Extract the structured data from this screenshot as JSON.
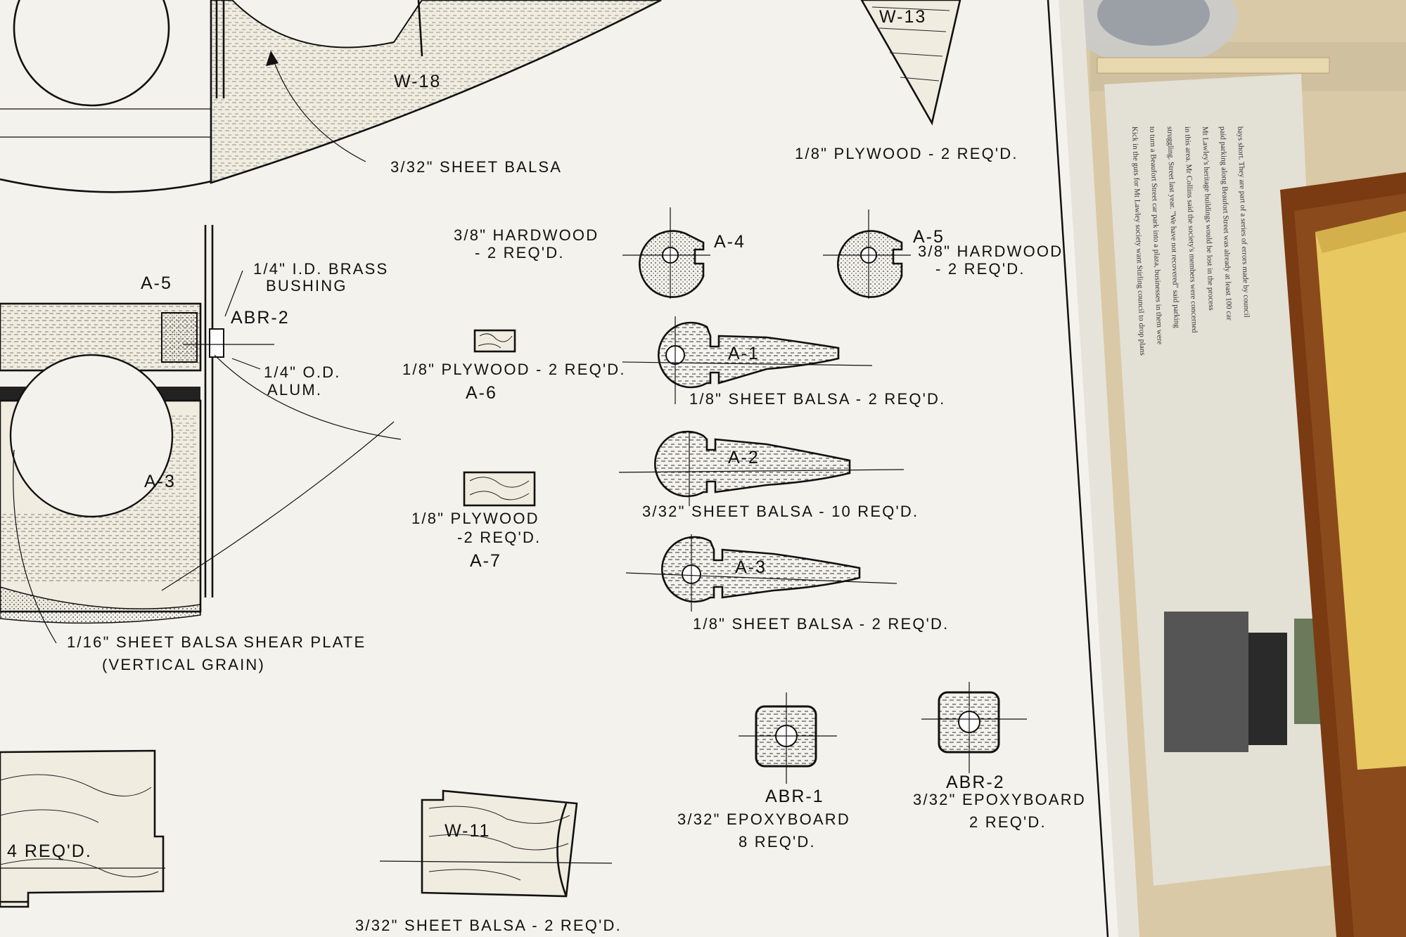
{
  "plan": {
    "top_labels": {
      "w18": "W-18",
      "w13": "W-13",
      "sheet_balsa_top": "3/32\" SHEET BALSA",
      "plywood_top": "1/8\" PLYWOOD - 2 REQ'D."
    },
    "hardwood_left": [
      "3/8\" HARDWOOD",
      "- 2 REQ'D."
    ],
    "hardwood_right": [
      "3/8\" HARDWOOD",
      "- 2 REQ'D."
    ],
    "a4": "A-4",
    "a5_right": "A-5",
    "a5_left": "A-5",
    "brass_bushing": [
      "1/4\" I.D. BRASS",
      "BUSHING"
    ],
    "abr2_side": "ABR-2",
    "od_alum": [
      "1/4\" O.D.",
      "ALUM."
    ],
    "a3_left": "A-3",
    "plywood_a6": "1/8\" PLYWOOD - 2 REQ'D.",
    "a6": "A-6",
    "plywood_a7": [
      "1/8\" PLYWOOD",
      "-2 REQ'D."
    ],
    "a7": "A-7",
    "a1": "A-1",
    "a1_note": "1/8\" SHEET BALSA - 2 REQ'D.",
    "a2": "A-2",
    "a2_note": "3/32\" SHEET BALSA - 10 REQ'D.",
    "a3": "A-3",
    "a3_note": "1/8\" SHEET BALSA - 2 REQ'D.",
    "shear_plate": [
      "1/16\" SHEET BALSA SHEAR PLATE",
      "(VERTICAL GRAIN)"
    ],
    "abr1": "ABR-1",
    "abr1_note": [
      "3/32\" EPOXYBOARD",
      "8 REQ'D."
    ],
    "abr2": "ABR-2",
    "abr2_note": [
      "3/32\" EPOXYBOARD",
      "2 REQ'D."
    ],
    "four_req": "4 REQ'D.",
    "w11": "W-11",
    "bottom_note": "3/32\" SHEET BALSA - 2 REQ'D."
  },
  "colors": {
    "paper": "#f4f2ec",
    "ink": "#111111",
    "table": "#d9c9a6",
    "newspaper": "#e3e0d6",
    "wood_board": "#7a3a12",
    "sponge": "#e8c860",
    "cutting_mat": "#1f5a3a"
  }
}
